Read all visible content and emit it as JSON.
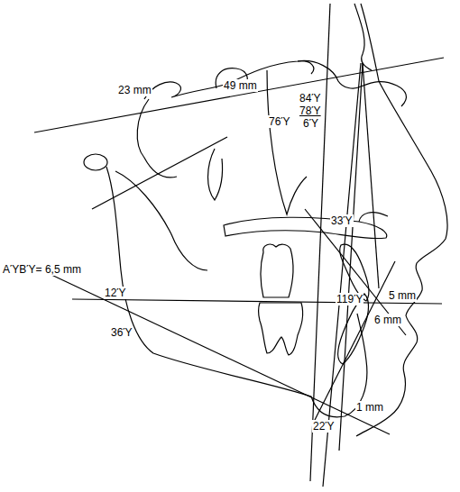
{
  "diagram": {
    "labels": [
      "23 mm",
      "49 mm",
      "84Ύ",
      "78Ύ",
      "6Ύ",
      "76Ύ",
      "33Ύ",
      "AΎBΎ= 6,5 mm",
      "12Ύ",
      "119Ύ",
      "5 mm",
      "36Ύ",
      "6 mm",
      "1 mm",
      "22Ύ"
    ]
  }
}
